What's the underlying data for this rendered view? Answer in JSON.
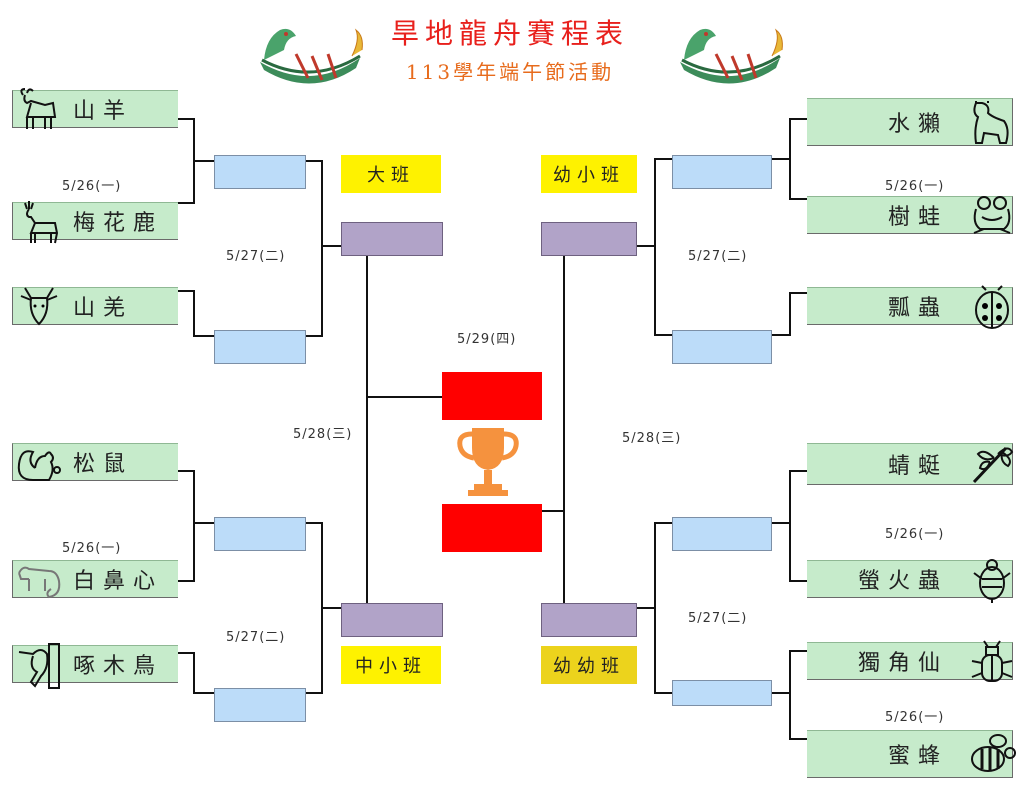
{
  "header": {
    "title": "旱地龍舟賽程表",
    "subtitle": "113學年端午節活動"
  },
  "teams": {
    "left": [
      "山羊",
      "梅花鹿",
      "山羌",
      "松鼠",
      "白鼻心",
      "啄木鳥"
    ],
    "right": [
      "水獺",
      "樹蛙",
      "瓢蟲",
      "蜻蜓",
      "螢火蟲",
      "獨角仙",
      "蜜蜂"
    ]
  },
  "classes": {
    "top_left": "大班",
    "top_right": "幼小班",
    "bottom_left": "中小班",
    "bottom_right": "幼幼班"
  },
  "dates": {
    "d1": "5/26(一)",
    "d2": "5/27(二)",
    "d3": "5/28(三)",
    "d4": "5/29(四)"
  },
  "colors": {
    "team_bg": "#c6ebcb",
    "slot_bg": "#bcdcf9",
    "semi_bg": "#b1a3c8",
    "final_bg": "#ff0000",
    "class_bg": "#fef200",
    "trophy": "#f5923e",
    "title": "#e8201c"
  },
  "icons": [
    "dragon-boat-icon",
    "goat-icon",
    "deer-icon",
    "muntjac-icon",
    "squirrel-icon",
    "civet-icon",
    "woodpecker-icon",
    "otter-icon",
    "frog-icon",
    "ladybug-icon",
    "dragonfly-icon",
    "firefly-icon",
    "beetle-icon",
    "bee-icon",
    "trophy-icon"
  ]
}
